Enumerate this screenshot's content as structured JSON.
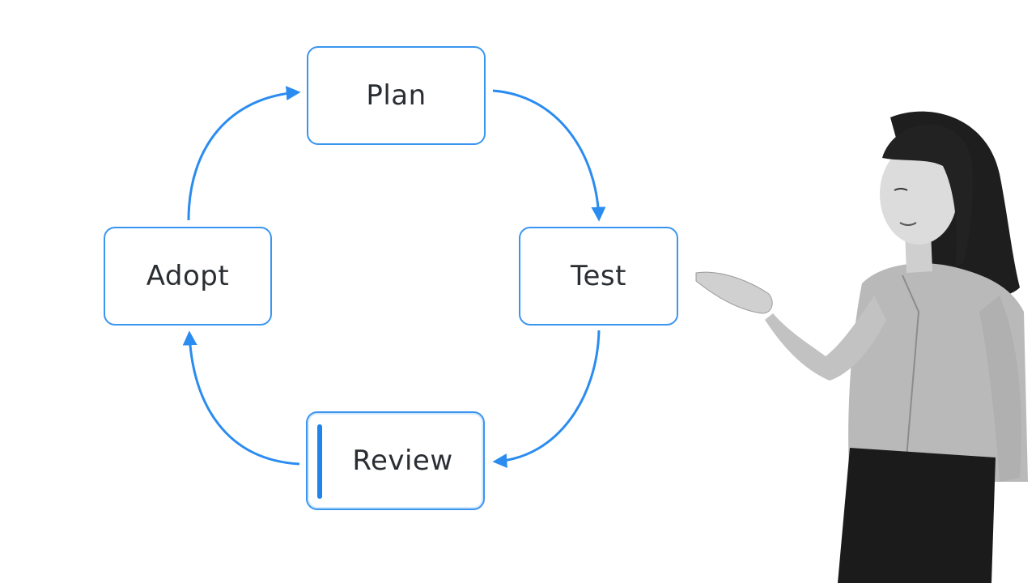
{
  "diagram": {
    "type": "cycle",
    "accent_color": "#3a95f0",
    "nodes": [
      {
        "id": "plan",
        "label": "Plan"
      },
      {
        "id": "test",
        "label": "Test"
      },
      {
        "id": "review",
        "label": "Review",
        "highlighted": true
      },
      {
        "id": "adopt",
        "label": "Adopt"
      }
    ],
    "edges": [
      {
        "from": "plan",
        "to": "test"
      },
      {
        "from": "test",
        "to": "review"
      },
      {
        "from": "review",
        "to": "adopt"
      },
      {
        "from": "adopt",
        "to": "plan"
      }
    ]
  },
  "presenter": {
    "icon": "presenter-figure",
    "style": "grayscale photo"
  }
}
